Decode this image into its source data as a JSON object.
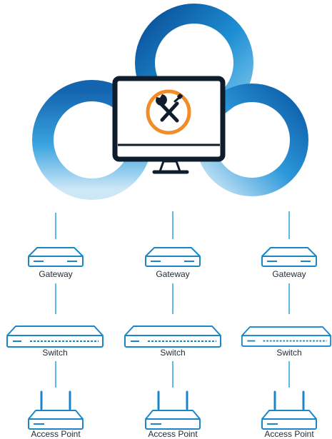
{
  "colors": {
    "cloud_dark": "#0b5ea8",
    "cloud_mid": "#1f8fd6",
    "cloud_light": "#bfe0f5",
    "monitor": "#0f1c2b",
    "badge_ring": "#f28c28",
    "line": "#2da2d6",
    "device_stroke": "#1a86c8",
    "label": "#1f2a36"
  },
  "icons": {
    "cloud": "cloud-icon",
    "monitor": "monitor-icon",
    "tools": "wrench-screwdriver-icon",
    "gateway": "gateway-icon",
    "switch": "switch-icon",
    "access_point": "access-point-icon"
  },
  "columns": [
    {
      "gateway_label": "Gateway",
      "switch_label": "Switch",
      "ap_label": "Access Point"
    },
    {
      "gateway_label": "Gateway",
      "switch_label": "Switch",
      "ap_label": "Access Point"
    },
    {
      "gateway_label": "Gateway",
      "switch_label": "Switch",
      "ap_label": "Access Point"
    }
  ]
}
